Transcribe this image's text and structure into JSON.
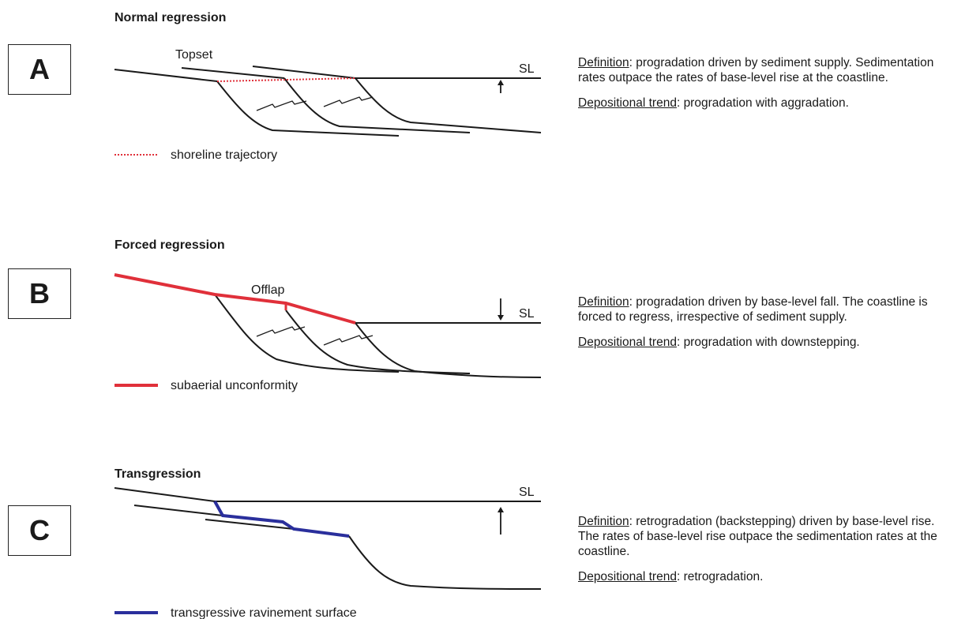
{
  "panels": [
    {
      "id": "A",
      "title": "Normal regression",
      "letter": "A",
      "diagram_label": "Topset",
      "sl_label": "SL",
      "legend": {
        "label": "shoreline trajectory",
        "color": "#e0303a",
        "style": "dotted"
      },
      "definition_label": "Definition",
      "definition_text": ": progradation driven by sediment supply. Sedimentation rates outpace the rates of base-level rise at the coastline.",
      "trend_label": "Depositional trend",
      "trend_text": ": progradation with aggradation."
    },
    {
      "id": "B",
      "title": "Forced regression",
      "letter": "B",
      "diagram_label": "Offlap",
      "sl_label": "SL",
      "legend": {
        "label": "subaerial unconformity",
        "color": "#e0303a",
        "style": "solid"
      },
      "definition_label": "Definition",
      "definition_text": ": progradation driven by base-level fall. The coastline is forced to regress, irrespective of sediment supply.",
      "trend_label": "Depositional trend",
      "trend_text": ": progradation with downstepping."
    },
    {
      "id": "C",
      "title": "Transgression",
      "letter": "C",
      "diagram_label": "",
      "sl_label": "SL",
      "legend": {
        "label": "transgressive ravinement surface",
        "color": "#2a2f9c",
        "style": "solid"
      },
      "definition_label": "Definition",
      "definition_text": ": retrogradation (backstepping) driven by base-level rise. The rates of base-level rise outpace the sedimentation rates at the coastline.",
      "trend_label": "Depositional trend",
      "trend_text": ": retrogradation."
    }
  ]
}
